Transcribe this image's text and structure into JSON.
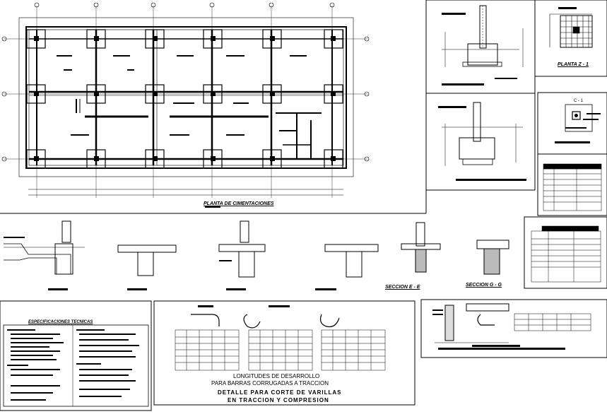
{
  "drawing": {
    "main_plan_title": "PLANTA DE CIMENTACIONES",
    "section_e_title": "SECCION E - E",
    "section_g_title": "SECCION G - G",
    "plan_z1_title": "PLANTA Z - 1",
    "column_c1_label": "C - 1",
    "specs_title": "ESPECIFICACIONES TECNICAS",
    "lengths_title_line1": "LONGITUDES DE DESARROLLO",
    "lengths_title_line2": "PARA BARRAS CORRUGADAS A TRACCION",
    "detail_title_line1": "DETALLE PARA CORTE DE VARILLAS",
    "detail_title_line2": "EN TRACCION Y COMPRESION"
  },
  "colors": {
    "ink": "#000000",
    "paper": "#ffffff",
    "hatch": "#555555"
  }
}
